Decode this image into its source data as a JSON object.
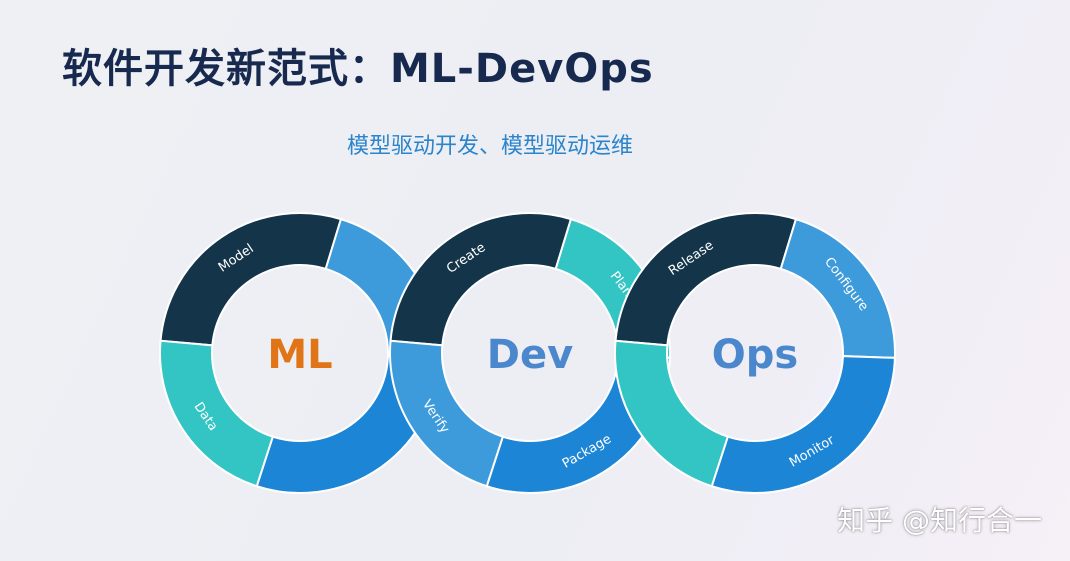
{
  "title": "软件开发新范式：ML-DevOps",
  "subtitle": "模型驱动开发、模型驱动运维",
  "watermark": "知乎 @知行合一",
  "colors": {
    "dark": "#14344a",
    "mid_blue": "#3d9bdc",
    "teal": "#33c4c4",
    "blue": "#1c85d6",
    "ml_label": "#e07416",
    "devops_label": "#4a87cc"
  },
  "rings": [
    {
      "id": "ml",
      "center_label": "ML",
      "label_color": "#e07416",
      "segments": [
        {
          "label": "Model",
          "color": "#14344a"
        },
        {
          "label": "",
          "color": "#3d9bdc"
        },
        {
          "label": "",
          "color": "#1c85d6"
        },
        {
          "label": "Data",
          "color": "#33c4c4"
        }
      ]
    },
    {
      "id": "dev",
      "center_label": "Dev",
      "label_color": "#4a87cc",
      "segments": [
        {
          "label": "Create",
          "color": "#14344a"
        },
        {
          "label": "Plan",
          "color": "#33c4c4"
        },
        {
          "label": "Package",
          "color": "#1c85d6"
        },
        {
          "label": "Verify",
          "color": "#3d9bdc"
        }
      ]
    },
    {
      "id": "ops",
      "center_label": "Ops",
      "label_color": "#4a87cc",
      "segments": [
        {
          "label": "Release",
          "color": "#14344a"
        },
        {
          "label": "Configure",
          "color": "#3d9bdc"
        },
        {
          "label": "Monitor",
          "color": "#1c85d6"
        },
        {
          "label": "",
          "color": "#33c4c4"
        }
      ]
    }
  ]
}
